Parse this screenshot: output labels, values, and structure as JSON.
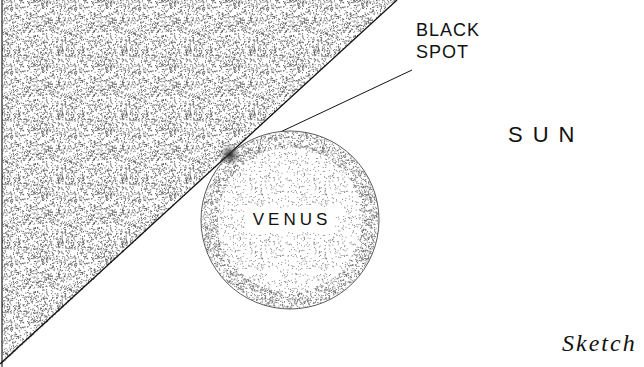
{
  "diagram": {
    "caption": "Sketch",
    "nodes": [
      {
        "text": [
          "VENUS"
        ]
      }
    ],
    "labels": [
      "BLACK SPOT",
      "SUN"
    ]
  }
}
